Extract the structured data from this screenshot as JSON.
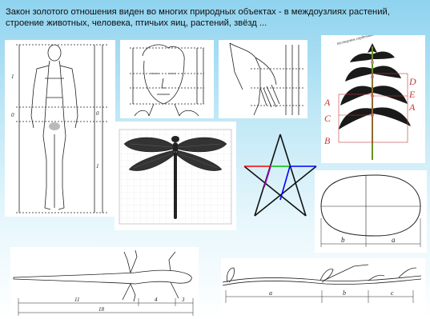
{
  "slide": {
    "title": "Закон золотого отношения виден во многих природных объектах - в междоузлиях растений, строение животных, человека, птичьих яиц, растений, звёзд ..."
  },
  "human_figure": {
    "side_labels": [
      "1",
      "0",
      "0",
      "1"
    ],
    "icon": "human-proportion-drawing"
  },
  "face": {
    "icon": "face-proportion-drawing"
  },
  "hand": {
    "icon": "hand-proportion-drawing"
  },
  "plant": {
    "left_labels": [
      "A",
      "C",
      "B"
    ],
    "right_labels": [
      "D",
      "E",
      "A"
    ],
    "caption": "пустырник сердечный",
    "icon": "motherwort-plant-drawing"
  },
  "dragonfly": {
    "icon": "dragonfly-drawing"
  },
  "star": {
    "icon": "pentagram-star",
    "colors": {
      "red": "#ff0000",
      "green": "#00c000",
      "blue": "#0000ff",
      "purple": "#a000c0",
      "black": "#111111"
    }
  },
  "egg": {
    "labels": [
      "b",
      "a"
    ],
    "icon": "egg-ellipse"
  },
  "lizard": {
    "labels": [
      "11",
      "4",
      "3",
      "18"
    ],
    "icon": "lizard-drawing"
  },
  "branch": {
    "labels": [
      "a",
      "b",
      "c"
    ],
    "icon": "branch-drawing"
  }
}
